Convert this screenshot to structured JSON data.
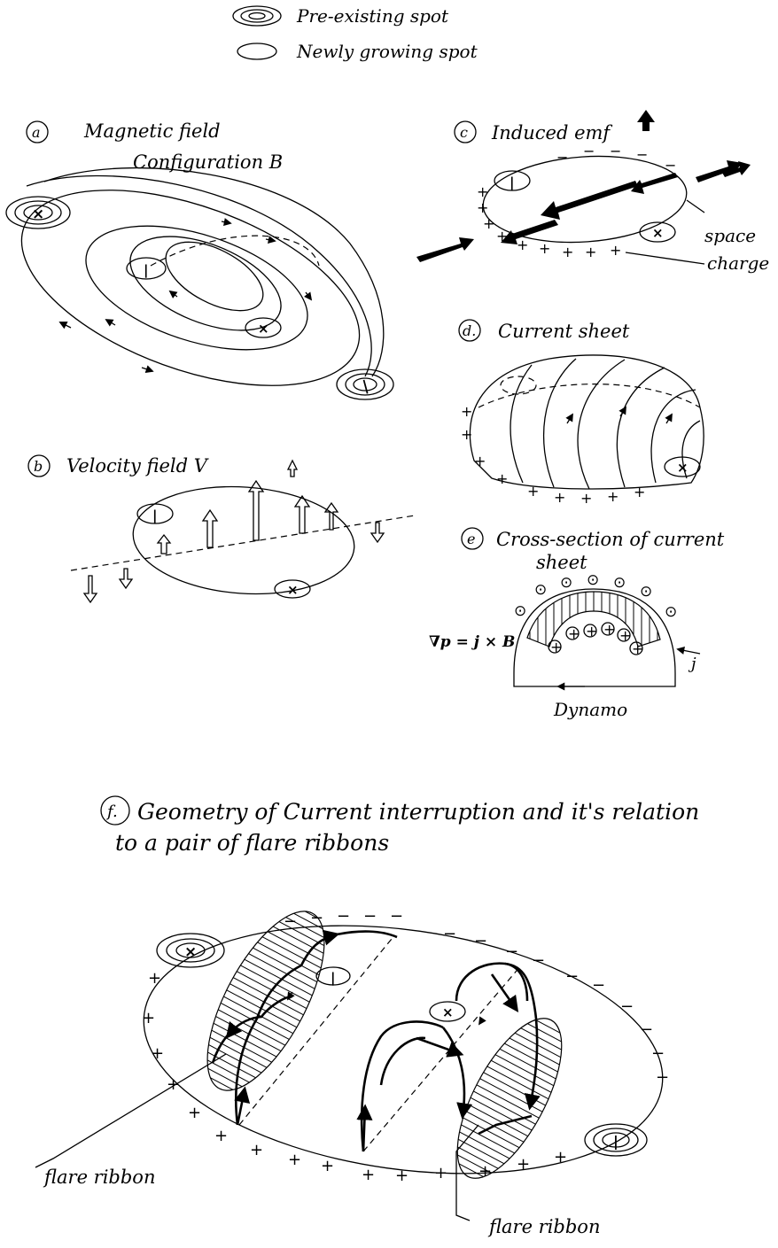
{
  "legend": {
    "pre_existing": "Pre-existing spot",
    "newly_growing": "Newly growing spot"
  },
  "panels": {
    "a": {
      "letter": "a",
      "title_line1": "Magnetic field",
      "title_line2": "Configuration B"
    },
    "b": {
      "letter": "b",
      "title": "Velocity field V"
    },
    "c": {
      "letter": "c",
      "title": "Induced emf",
      "space_charge_1": "space",
      "space_charge_2": "charge"
    },
    "d": {
      "letter": "d.",
      "title": "Current sheet"
    },
    "e": {
      "letter": "e",
      "title_line1": "Cross-section of current",
      "title_line2": "sheet",
      "equation": "∇p = j × B",
      "current_label": "j",
      "dynamo": "Dynamo"
    },
    "f": {
      "letter": "f.",
      "title_line1": "Geometry of Current interruption and it's relation",
      "title_line2": "to a pair of flare ribbons",
      "ribbon_left": "flare ribbon",
      "ribbon_right": "flare ribbon"
    }
  },
  "symbols": {
    "plus": "+",
    "minus": "−",
    "cross": "×",
    "dot": "⊙",
    "bar": "|"
  }
}
